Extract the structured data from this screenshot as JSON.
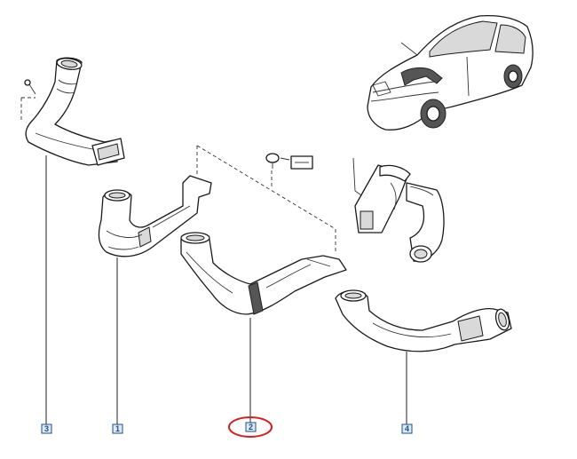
{
  "labels": {
    "part3": "3",
    "part1": "1",
    "part2": "2",
    "part4": "4"
  },
  "colors": {
    "label_border": "#1b4f8a",
    "label_fill": "#dfe9f5",
    "highlight_ring": "#d62020"
  },
  "highlighted_part": "2"
}
